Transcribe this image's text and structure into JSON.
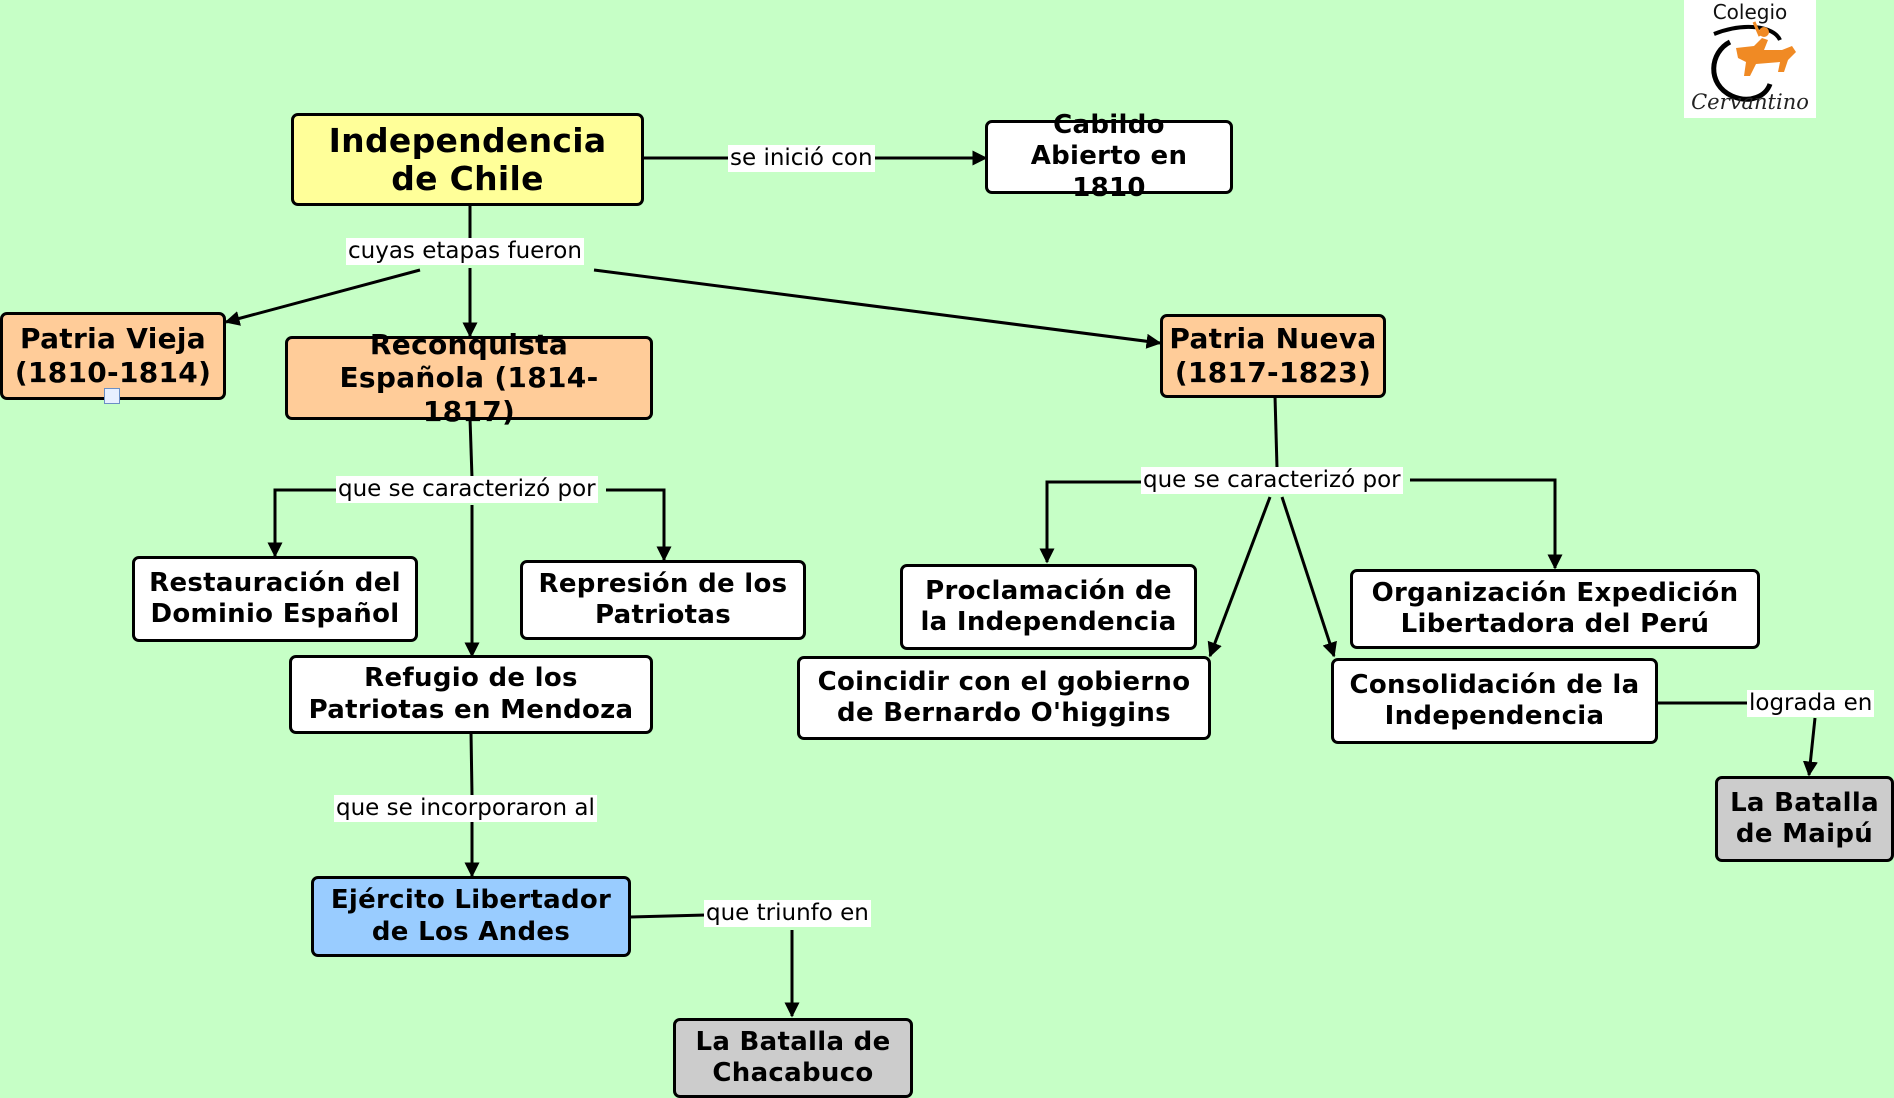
{
  "colors": {
    "background": "#c6ffc6",
    "root": "#ffff99",
    "stage": "#ffcc99",
    "white": "#ffffff",
    "army": "#99ccff",
    "battle": "#cccccc"
  },
  "logo": {
    "top_text": "Colegio",
    "bottom_text": "Cervantino"
  },
  "nodes": {
    "root": "Independencia de Chile",
    "cabildo": "Cabildo Abierto en 1810",
    "patria_vieja": "Patria Vieja (1810-1814)",
    "reconquista": "Reconquista Española (1814-1817)",
    "patria_nueva": "Patria Nueva (1817-1823)",
    "restauracion": "Restauración del Dominio Español",
    "represion": "Represión de los Patriotas",
    "refugio": "Refugio de los Patriotas en Mendoza",
    "ejercito": "Ejército Libertador de Los Andes",
    "chacabuco": "La Batalla de Chacabuco",
    "proclamacion": "Proclamación de la Independencia",
    "organizacion": "Organización Expedición Libertadora del Perú",
    "coincidir": "Coincidir con el gobierno de Bernardo O'higgins",
    "consolidacion": "Consolidación de la Independencia",
    "maipu": "La Batalla de Maipú"
  },
  "links": {
    "se_inicio": "se inició con",
    "cuyas_etapas": "cuyas etapas fueron",
    "caracterizo_1": "que se caracterizó por",
    "caracterizo_2": "que se caracterizó por",
    "incorporaron": "que se incorporaron al",
    "triunfo": "que triunfo en",
    "lograda": "lograda en"
  }
}
